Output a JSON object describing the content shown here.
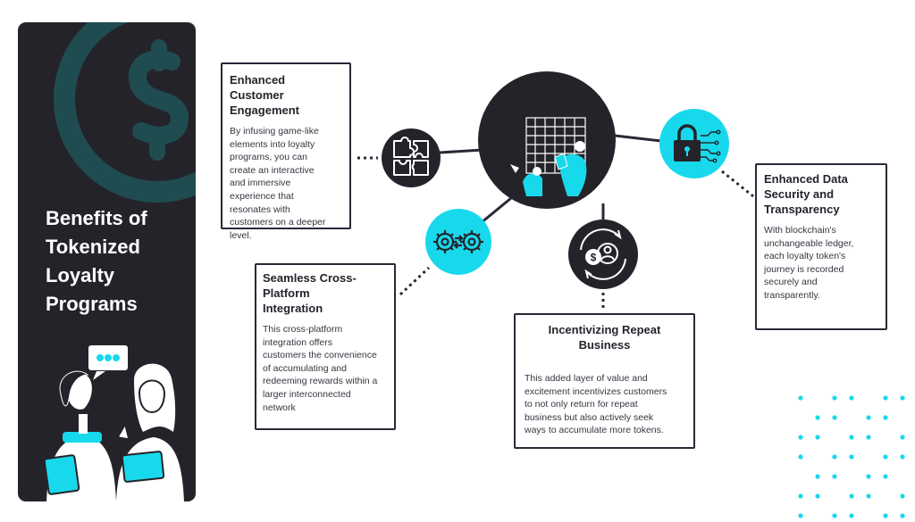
{
  "panel": {
    "title": "Benefits of\nTokenized\nLoyalty\nPrograms",
    "speech_icon": "ellipsis-speech-bubble-icon",
    "background_icon": "dollar-sign-icon"
  },
  "cards": {
    "engagement": {
      "title": "Enhanced Customer\nEngagement",
      "body": "By infusing game-like\nelements into loyalty\nprograms, you can\ncreate an interactive\nand immersive\nexperience that\nresonates with\ncustomers on a deeper\nlevel."
    },
    "integration": {
      "title": "Seamless Cross-\nPlatform\nIntegration",
      "body": "This cross-platform\nintegration offers\ncustomers the convenience\nof accumulating and\nredeeming rewards within a\nlarger interconnected\nnetwork"
    },
    "security": {
      "title": "Enhanced Data\nSecurity and\nTransparency",
      "body": "With blockchain's\nunchangeable ledger,\neach loyalty token's\njourney is recorded\nsecurely and\ntransparently."
    },
    "repeat": {
      "title": "Incentivizing Repeat\nBusiness",
      "body": "This added layer of value and\nexcitement incentivizes customers\nto not only return for repeat\nbusiness but also actively seek\nways to accumulate more tokens."
    }
  },
  "icons": {
    "center": "people-collaborating-board-icon",
    "puzzle": "puzzle-icon",
    "gears": "gears-exchange-icon",
    "lock": "circuit-lock-icon",
    "repeat": "dollar-person-cycle-icon"
  },
  "colors": {
    "dark": "#25232a",
    "accent": "#18d9ec",
    "border": "#2d2636",
    "background": "#ffffff"
  }
}
